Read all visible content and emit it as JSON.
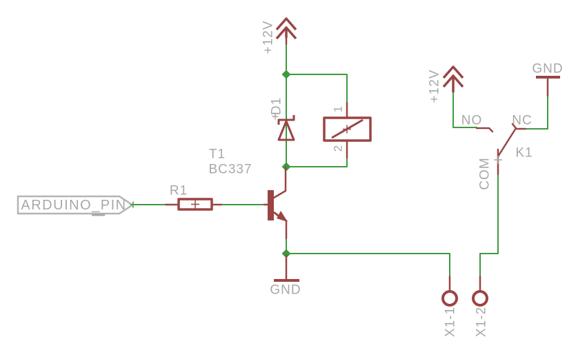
{
  "colors": {
    "wire": "#3d9a3d",
    "symbol": "#9a4444",
    "label": "#a8a8a8",
    "flag": "#b4b4b4",
    "background": "#ffffff"
  },
  "schematic": {
    "net_flag": "ARDUINO_PIN",
    "resistor": {
      "ref": "R1"
    },
    "transistor": {
      "ref": "T1",
      "value": "BC337"
    },
    "diode": {
      "ref": "D1"
    },
    "relay": {
      "ref": "K1",
      "coil_pin_top": "1",
      "coil_pin_bottom": "2",
      "contact_no": "NO",
      "contact_nc": "NC",
      "contact_com": "COM"
    },
    "supply": "+12V",
    "ground": "GND",
    "pads": {
      "pad1": "X1-1",
      "pad2": "X1-2"
    }
  }
}
